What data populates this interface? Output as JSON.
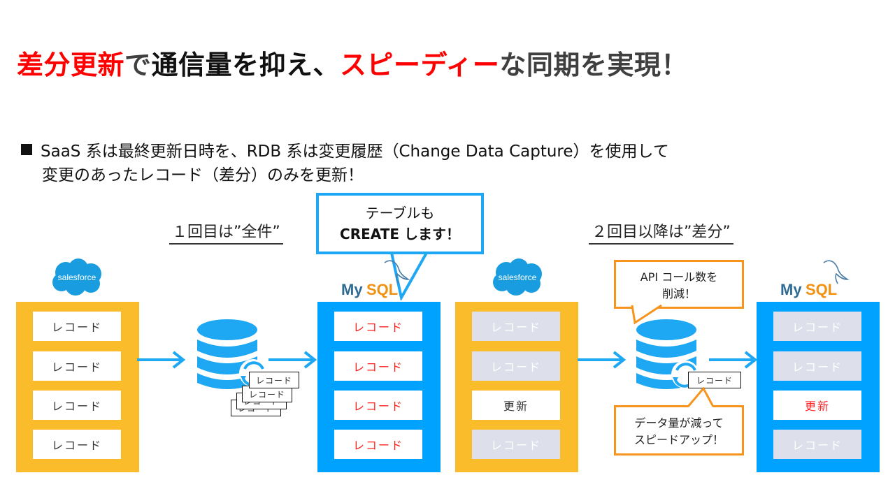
{
  "title": {
    "parts": [
      {
        "text": "差分更新",
        "style": "red"
      },
      {
        "text": "で",
        "style": "dark"
      },
      {
        "text": "通信量を抑え、",
        "style": "black"
      },
      {
        "text": "スピーディー",
        "style": "red"
      },
      {
        "text": "な同期を実現！",
        "style": "dark"
      }
    ]
  },
  "bullet": {
    "line1": "SaaS 系は最終更新日時を、RDB 系は変更履歴（Change Data Capture）を使用して",
    "line2": "変更のあったレコード（差分）のみを更新！"
  },
  "phases": {
    "first": "１回目は”全件”",
    "second": "２回目以降は”差分”"
  },
  "callouts": {
    "create_line1": "テーブルも",
    "create_line2": "CREATE します！",
    "api_line1": "API コール数を",
    "api_line2": "削減！",
    "speed_line1": "データ量が減って",
    "speed_line2": "スピードアップ！"
  },
  "logos": {
    "salesforce": "salesforce",
    "mysql_my": "My",
    "mysql_sql": "SQL"
  },
  "colors": {
    "salesforce_column": "#fbbc2c",
    "mysql_column": "#00a2ff",
    "arrow": "#1ea7f3",
    "accent_red": "#ff0000",
    "callout_orange": "#f7941d"
  },
  "columns": {
    "source_full": [
      "レコード",
      "レコード",
      "レコード",
      "レコード"
    ],
    "target_full": [
      "レコード",
      "レコード",
      "レコード",
      "レコード"
    ],
    "source_diff": [
      "レコード",
      "レコード",
      "更新",
      "レコード"
    ],
    "target_diff": [
      "レコード",
      "レコード",
      "更新",
      "レコード"
    ]
  },
  "transfer": {
    "full_stack_label": "レコード",
    "diff_label": "レコード"
  }
}
